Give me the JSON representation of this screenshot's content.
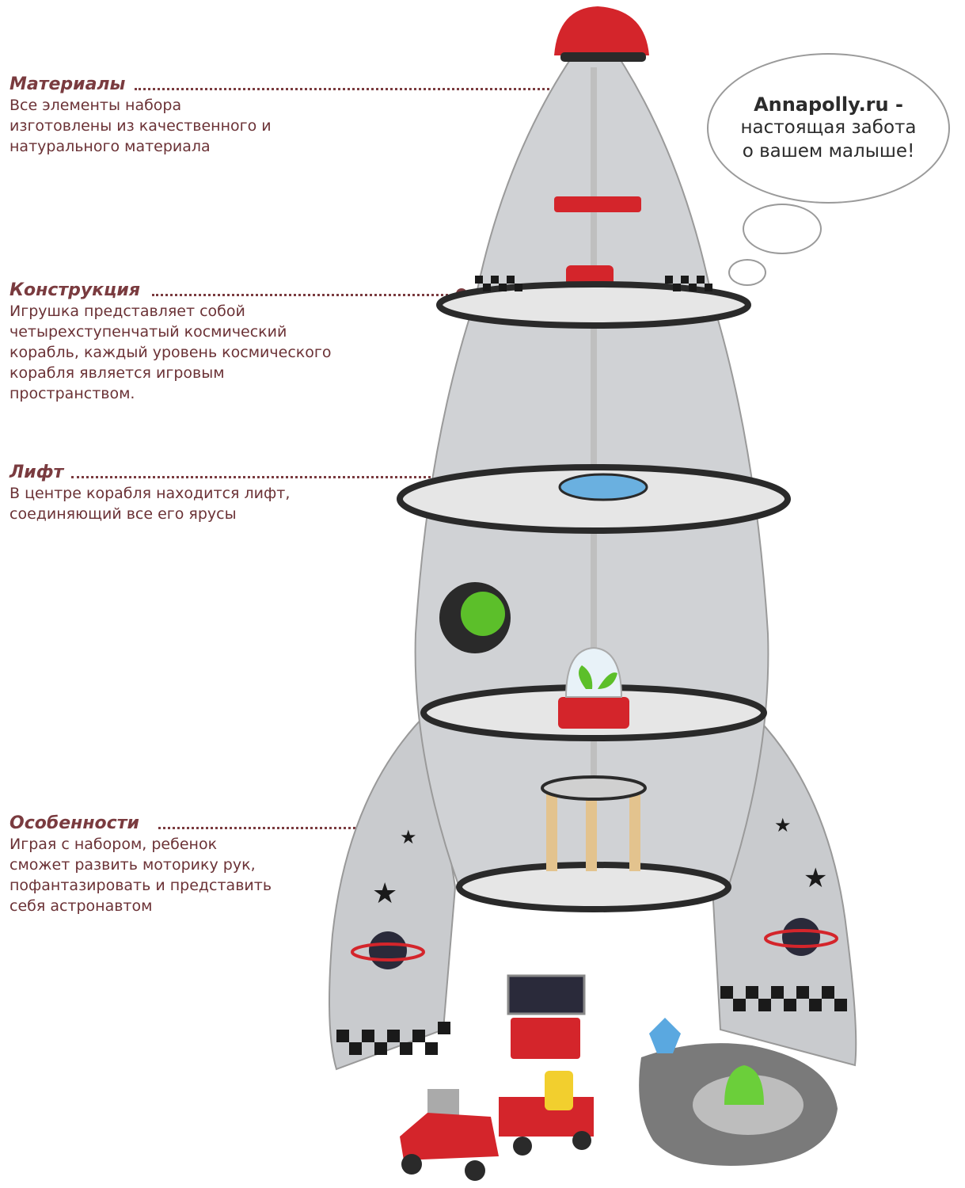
{
  "features": [
    {
      "title": "Материалы",
      "description": "Все элементы набора\nизготовлены из качественного и\nнатурального материала"
    },
    {
      "title": "Конструкция",
      "description": "Игрушка представляет собой\nчетырехступенчатый космический\nкорабль, каждый уровень космического\nкорабля является игровым\nпространством."
    },
    {
      "title": "Лифт",
      "description": "В центре корабля находится лифт,\nсоединяющий все его ярусы"
    },
    {
      "title": "Особенности",
      "description": "Играя с набором, ребенок\nсможет развить моторику рук,\nпофантазировать и представить\nсебя астронавтом"
    }
  ],
  "speech_bubble": {
    "brand": "Annapolly.ru -",
    "slogan": "настоящая забота\nо вашем малыше!"
  },
  "colors": {
    "accent": "#7a3b3f",
    "rocket_red": "#d4252b",
    "rocket_silver": "#c9cbce",
    "rocket_dark": "#2a2a2a"
  }
}
